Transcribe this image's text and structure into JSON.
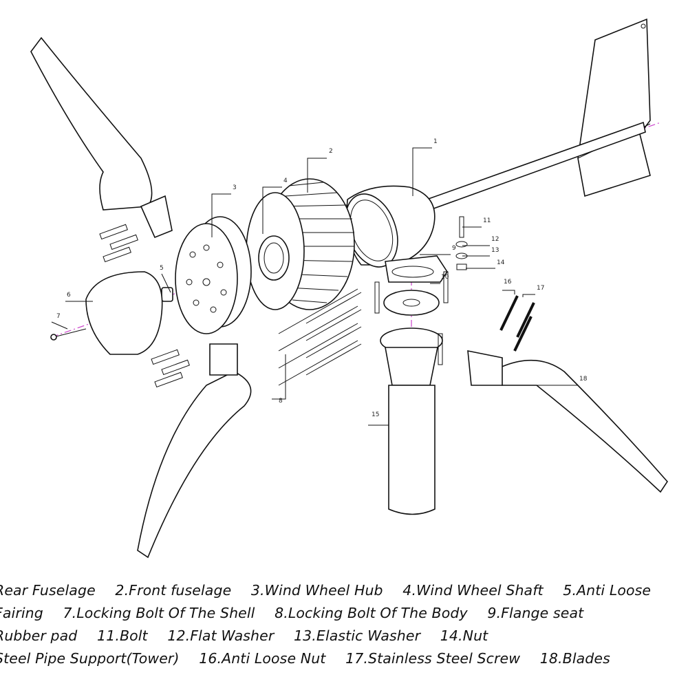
{
  "callouts": [
    "1",
    "2",
    "3",
    "4",
    "5",
    "6",
    "7",
    "8",
    "9",
    "10",
    "11",
    "12",
    "13",
    "14",
    "15",
    "16",
    "17",
    "18"
  ],
  "legend": {
    "line1": [
      "Rear Fuselage",
      "2.Front fuselage",
      "3.Wind Wheel Hub",
      "4.Wind Wheel Shaft",
      "5.Anti Loose"
    ],
    "line2": [
      "Fairing",
      "7.Locking Bolt Of The Shell",
      "8.Locking Bolt Of The Body",
      "9.Flange seat"
    ],
    "line3": [
      "Rubber pad",
      "11.Bolt",
      "12.Flat Washer",
      "13.Elastic Washer",
      "14.Nut"
    ],
    "line4": [
      "Steel Pipe Support(Tower)",
      "16.Anti Loose Nut",
      "17.Stainless Steel Screw",
      "18.Blades"
    ]
  },
  "colors": {
    "axis": "#cc44cc",
    "line": "#111111"
  }
}
